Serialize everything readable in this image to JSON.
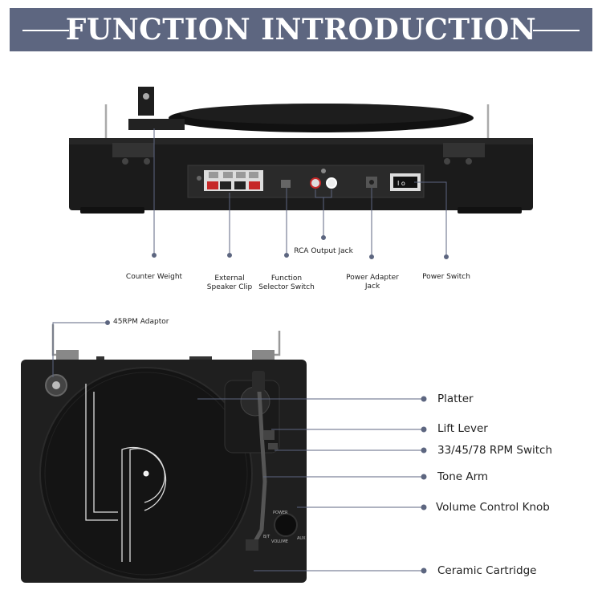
{
  "header": {
    "title": "FUNCTION INTRODUCTION"
  },
  "rear_labels": {
    "counter_weight": "Counter Weight",
    "external_speaker_clip_1": "External",
    "external_speaker_clip_2": "Speaker Clip",
    "function_selector_1": "Function",
    "function_selector_2": "Selector Switch",
    "rca_output": "RCA Output Jack",
    "power_adapter_1": "Power Adapter",
    "power_adapter_2": "Jack",
    "power_switch": "Power Switch"
  },
  "top_labels": {
    "adaptor_45": "45RPM Adaptor",
    "platter": "Platter",
    "lift_lever": "Lift Lever",
    "rpm_switch": "33/45/78 RPM Switch",
    "tone_arm": "Tone Arm",
    "volume_knob": "Volume Control Knob",
    "ceramic_cartridge": "Ceramic Cartridge"
  },
  "panel_text": {
    "power": "POWER",
    "aux": "AUX",
    "volume": "VOLUME",
    "bt": "B/T"
  },
  "colors": {
    "banner": "#5d6680",
    "callout": "#5d6680",
    "body": "#1b1b1b"
  }
}
